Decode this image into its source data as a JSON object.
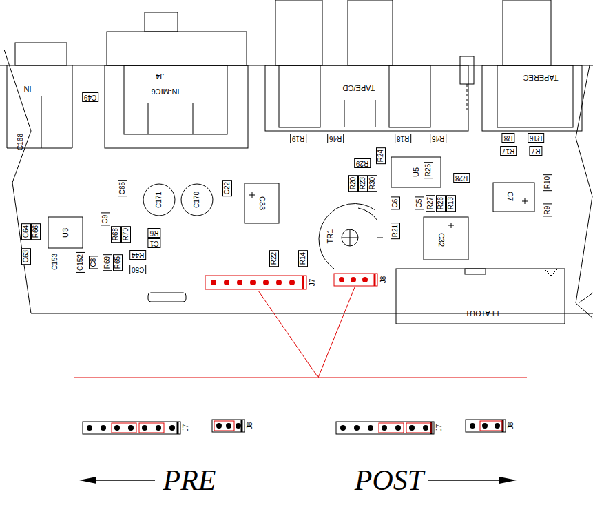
{
  "diagram": {
    "labels": [
      "IN",
      "C49",
      "J4",
      "IN-MIC6",
      "TAPE/CD",
      "TAPEREC",
      "R19",
      "R46",
      "R18",
      "R45",
      "R8",
      "R16",
      "R17",
      "R7",
      "R24",
      "R29",
      "R20",
      "R23",
      "R30",
      "U5",
      "R25",
      "R28",
      "C7",
      "R10",
      "R9",
      "C33",
      "C6",
      "C5",
      "R27",
      "R26",
      "R13",
      "C65",
      "C171",
      "C170",
      "C22",
      "C168",
      "TR1",
      "R21",
      "C32",
      "C64",
      "R66",
      "U3",
      "C9",
      "R68",
      "R70",
      "R6",
      "C1",
      "C63",
      "C152",
      "C8",
      "R69",
      "R65",
      "R44",
      "C50",
      "C153",
      "R22",
      "R14",
      "J7",
      "J8",
      "FLATOUT",
      "J7",
      "J8",
      "J7",
      "J8",
      "PRE",
      "POST"
    ]
  }
}
